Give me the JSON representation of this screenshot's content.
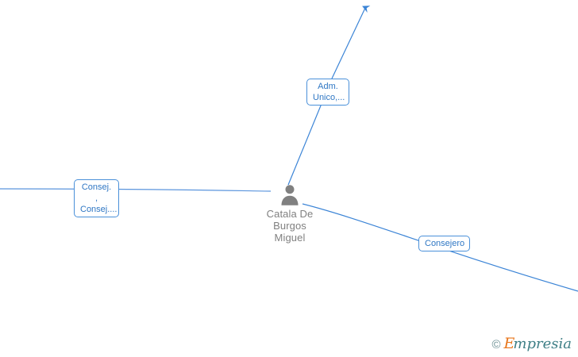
{
  "graph": {
    "background_color": "#ffffff",
    "edge_color": "#4a90d9",
    "label_text_color": "#2f77c4",
    "node_text_color": "#808080",
    "center_node": {
      "name": "Catala De\nBurgos\nMiguel",
      "icon": "person-icon"
    },
    "edge_labels": [
      {
        "id": "adm-unico",
        "text": "Adm.\nUnico,..."
      },
      {
        "id": "consej-left",
        "text": "Consej. ,\nConsej...."
      },
      {
        "id": "consejero",
        "text": "Consejero"
      }
    ]
  },
  "watermark": {
    "copyright": "©",
    "brand_initial": "E",
    "brand_rest": "mpresia"
  }
}
